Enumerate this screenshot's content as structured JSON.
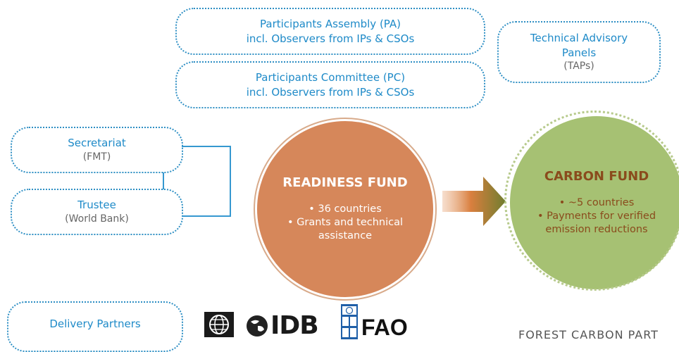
{
  "governance": {
    "pa_line1": "Participants Assembly (PA)",
    "pa_line2": "incl. Observers from IPs & CSOs",
    "pc_line1": "Participants Committee (PC)",
    "pc_line2": "incl. Observers from IPs & CSOs",
    "tap_line1": "Technical Advisory",
    "tap_line2": "Panels",
    "tap_line3": "(TAPs)"
  },
  "admin": {
    "secretariat": "Secretariat",
    "secretariat_sub": "(FMT)",
    "trustee": "Trustee",
    "trustee_sub": "(World Bank)",
    "delivery": "Delivery Partners"
  },
  "readiness_fund": {
    "title": "READINESS FUND",
    "items": [
      "• 36 countries",
      "• Grants and technical",
      "assistance"
    ]
  },
  "carbon_fund": {
    "title": "CARBON FUND",
    "items": [
      "• ~5 countries",
      "• Payments for verified",
      "emission reductions"
    ]
  },
  "logos": {
    "idb": "IDB",
    "fao": "FAO"
  },
  "footer": "FOREST CARBON PART",
  "colors": {
    "accent_blue": "#1e8ac8",
    "readiness": "#d6875a",
    "carbon": "#a6c173",
    "carbon_text": "#8a4b1c"
  }
}
